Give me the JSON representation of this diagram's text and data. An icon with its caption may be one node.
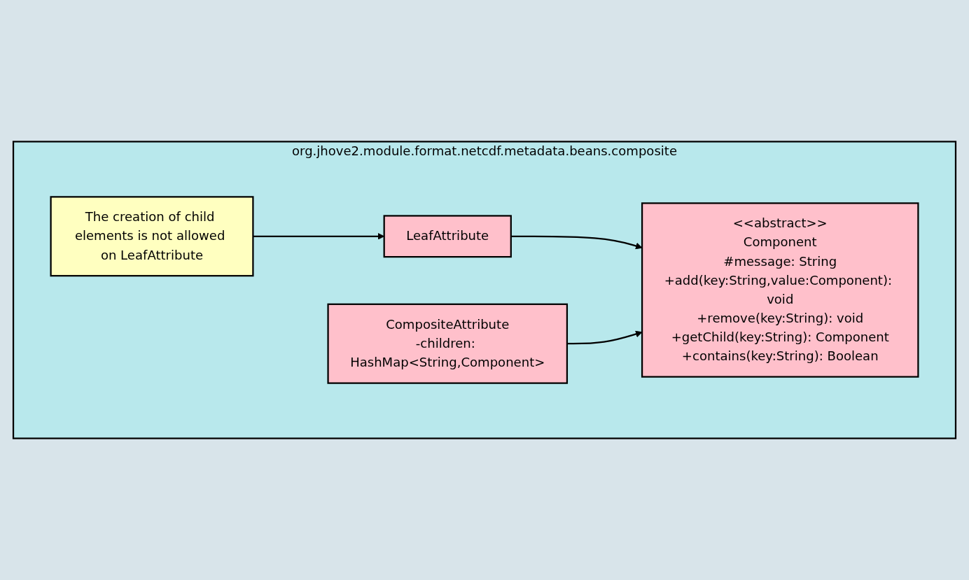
{
  "diagram": {
    "nodes": [
      {
        "text": [
          "org.jhove2.module.format.netcdf.metadata.beans.composite"
        ]
      },
      {
        "text": [
          "<<abstract>>",
          "Component",
          "#message: String",
          "+add(key:String,value:Component): void",
          "+remove(key:String): void",
          "+getChild(key:String): Component",
          "+contains(key:String): Boolean"
        ],
        "in": 0
      },
      {
        "text": [
          "LeafAttribute"
        ],
        "in": 0
      },
      {
        "text": [
          "CompositeAttribute",
          "-children: HashMap<String,Component>"
        ],
        "in": 0
      },
      {
        "text": [
          "The creation of child elements is not allowed on LeafAttribute"
        ],
        "in": 0
      }
    ],
    "edges": [
      {
        "from": 2,
        "to": 1,
        "arrow": "to"
      },
      {
        "from": 3,
        "to": 1,
        "arrow": "to"
      },
      {
        "from": 4,
        "to": 2,
        "arrow": "to"
      }
    ]
  }
}
